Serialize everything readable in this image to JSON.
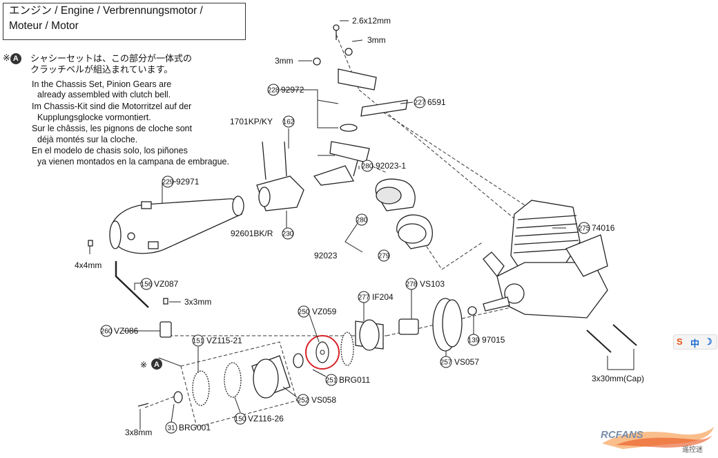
{
  "title": {
    "line1": "エンジン /  Engine / Verbrennungsmotor /",
    "line2": "Moteur / Motor"
  },
  "note": {
    "mark": "※",
    "circle": "A",
    "jp1": "シャシーセットは、この部分が一体式の",
    "jp2": "クラッチベルが組込まれています。",
    "en1": "In the Chassis Set, Pinion Gears are",
    "en2": "already assembled with clutch bell.",
    "de1": "Im Chassis-Kit sind die Motorritzel auf der",
    "de2": "Kupplungsglocke vormontiert.",
    "fr1": "Sur le châssis, les pignons de cloche sont",
    "fr2": "déjà montés sur la cloche.",
    "es1": "En el modelo de chasis solo, los piñones",
    "es2": "ya vienen montados en la campana de embrague."
  },
  "parts": {
    "p1_label": "2.6x12mm",
    "p2_label": "3mm",
    "p3_label": "3mm",
    "p4_num": "228",
    "p4_label": "92972",
    "p5_num": "227",
    "p5_label": "6591",
    "p6_label": "1701KP/KY",
    "p6_num": "162",
    "p7_num": "229",
    "p7_label": "92971",
    "p8_num": "280",
    "p8_label": "92023-1",
    "p9_num": "280",
    "p10_label": "92023",
    "p11_num": "279",
    "p12_label": "92601BK/R",
    "p12_num": "230",
    "p13_num": "275",
    "p13_label": "74016",
    "p14_label": "4x4mm",
    "p15_num": "156",
    "p15_label": "VZ087",
    "p16_label": "3x3mm",
    "p17_num": "260",
    "p17_label": "VZ086",
    "p18_num": "151",
    "p18_label": "VZ115-21",
    "p19_num": "250",
    "p19_label": "VZ059",
    "p20_num": "277",
    "p20_label": "IF204",
    "p21_num": "278",
    "p21_label": "VS103",
    "p22_num": "139",
    "p22_label": "97015",
    "p23_num": "251",
    "p23_label": "BRG011",
    "p24_num": "257",
    "p24_label": "VS057",
    "p25_num": "252",
    "p25_label": "VS058",
    "p26_num": "150",
    "p26_label": "VZ116-26",
    "p27_num": "31",
    "p27_label": "BRG001",
    "p28_label": "3x8mm",
    "p29_label": "3x30mm(Cap)",
    "callout_mark": "※",
    "callout_circle": "A"
  },
  "overlay": {
    "ime_s": "S",
    "ime_zh": "中",
    "ime_moon": "☽",
    "logo_text": "RCFANS",
    "logo_sub": "遥控迷"
  },
  "colors": {
    "highlight": "#d8232a",
    "ink": "#222222",
    "paper": "#ffffff"
  }
}
